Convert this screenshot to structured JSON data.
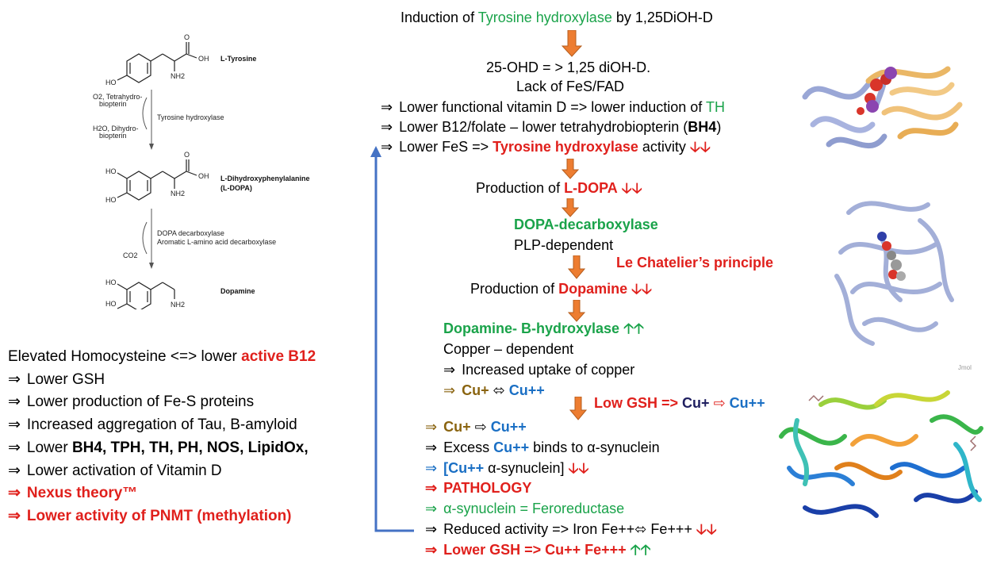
{
  "header": {
    "pre": "Induction  of ",
    "enzyme": "Tyrosine hydroxylase",
    "post": " by 1,25DiOH-D"
  },
  "step1": {
    "line1": "25-OHD = > 1,25 diOH-D.",
    "line2": "Lack of FeS/FAD",
    "b1_pre": "Lower functional vitamin D => lower induction of ",
    "b1_th": "TH",
    "b2_pre": "Lower B12/folate – lower tetrahydrobiopterin (",
    "b2_bold": "BH4",
    "b2_post": ")",
    "b3_pre": "Lower FeS => ",
    "b3_red": "Tyrosine hydroxylase",
    "b3_post": " activity ",
    "down": "🡣🡣"
  },
  "step2": {
    "pre": "Production of ",
    "red": "L-DOPA",
    "down": "🡣🡣",
    "enzyme": "DOPA-decarboxylase",
    "cofactor": "PLP-dependent",
    "principle": "Le Chatelier’s principle"
  },
  "step3": {
    "pre": "Production of ",
    "red": "Dopamine",
    "down": "🡣🡣",
    "enzyme": "Dopamine- B-hydroxylase",
    "up": "🡡🡡",
    "cofactor": "Copper – dependent",
    "uptake": "Increased uptake of copper",
    "cu1": "Cu+",
    "cu2": "Cu++",
    "lowgsh_pre": "Low GSH => ",
    "lowgsh_cu1": "Cu+",
    "lowgsh_cu2": "Cu++"
  },
  "step4": {
    "l1_cu1": "Cu+",
    "l1_cu2": "Cu++",
    "l2_pre": "Excess ",
    "l2_cu": "Cu++",
    "l2_post": " binds to α-synuclein",
    "l3_cu": "[Cu++",
    "l3_post": " α-synuclein] ",
    "l3_down": "🡣🡣",
    "l4": "PATHOLOGY",
    "l5": "α-synuclein = Feroreductase",
    "l6_pre": "Reduced activity => Iron Fe++",
    "l6_post": " Fe+++ ",
    "l6_down": "🡣🡣",
    "l7": "Lower GSH => Cu++ Fe+++ ",
    "l7_up": "🡡🡡"
  },
  "left": {
    "l1_pre": "Elevated Homocysteine <=> lower ",
    "l1_red": "active B12",
    "l2": "Lower GSH",
    "l3": "Lower production of Fe-S proteins",
    "l4": "Increased aggregation of Tau, B-amyloid",
    "l5_pre": "Lower ",
    "l5_bold": "BH4, TPH, TH, PH, NOS, LipidOx,",
    "l6": "Lower activation of Vitamin D",
    "l7": "Nexus theory™",
    "l8": "Lower activity of PNMT (methylation)"
  },
  "pathway": {
    "tyrosine": "L-Tyrosine",
    "cof_in_1": "O2, Tetrahydro-",
    "cof_in_2": "biopterin",
    "cof_out_1": "H2O, Dihydro-",
    "cof_out_2": "biopterin",
    "enz1": "Tyrosine hydroxylase",
    "dopa_1": "L-Dihydroxyphenylalanine",
    "dopa_2": "(L-DOPA)",
    "enz2a": "DOPA decarboxylase",
    "enz2b": "Aromatic L-amino acid decarboxylase",
    "co2": "CO2",
    "dopamine": "Dopamine",
    "oh": "OH",
    "o": "O",
    "ho": "HO",
    "nh2": "NH2"
  },
  "jmol": "Jmol",
  "glyphs": {
    "right_arrow": "⇒",
    "white_right": "⇨",
    "left_right": "⬄"
  },
  "colors": {
    "red": "#e0201c",
    "green": "#1aa34a",
    "blue": "#1a6fc4",
    "brown": "#8a6410",
    "flow_arrow": "#ed7d31",
    "feedback": "#4472c4"
  }
}
